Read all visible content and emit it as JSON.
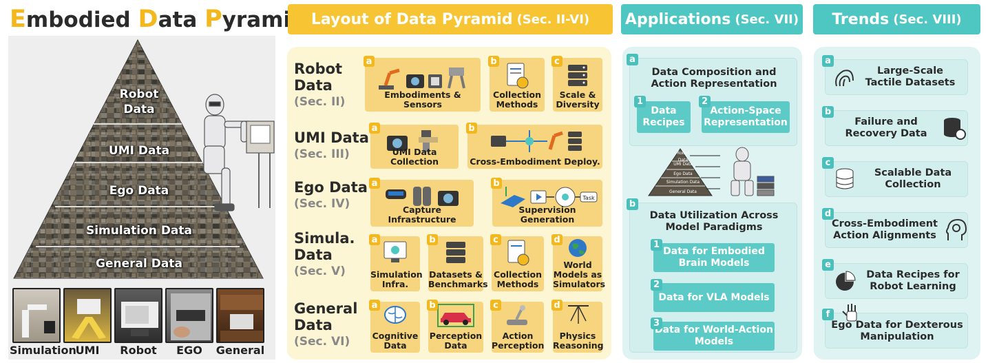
{
  "pyramid": {
    "title_parts": [
      {
        "cap": "E",
        "rest": "mbodied "
      },
      {
        "cap": "D",
        "rest": "ata "
      },
      {
        "cap": "P",
        "rest": "yramid"
      }
    ],
    "title_colors": {
      "accent": "#f2b81e",
      "text": "#2b2b2b"
    },
    "layers": [
      "Robot Data",
      "UMI Data",
      "Ego Data",
      "Simulation Data",
      "General Data"
    ],
    "robot_label_lines": [
      "Robot",
      "Data"
    ],
    "thumbnails": [
      "Simulation",
      "UMI",
      "Robot",
      "EGO",
      "General"
    ]
  },
  "headers": {
    "layout": {
      "main": "Layout of Data Pyramid",
      "sec": "(Sec. II-VI)"
    },
    "applications": {
      "main": "Applications",
      "sec": "(Sec. VII)"
    },
    "trends": {
      "main": "Trends",
      "sec": "(Sec. VIII)"
    }
  },
  "colors": {
    "yellow": "#f7c533",
    "teal": "#4ec7c2",
    "yellow_bg": "#fdf6d4",
    "teal_bg": "#dff3f2"
  },
  "layout_rows": [
    {
      "title_lines": [
        "Robot",
        "Data"
      ],
      "sec": "(Sec. II)",
      "items": [
        {
          "badge": "a",
          "label": "Embodiments & Sensors",
          "icon": "robot-arm-camera-icon"
        },
        {
          "badge": "b",
          "label": "Collection Methods",
          "icon": "document-gear-icon"
        },
        {
          "badge": "c",
          "label": "Scale & Diversity",
          "icon": "server-stack-icon"
        }
      ]
    },
    {
      "title_lines": [
        "UMI Data"
      ],
      "sec": "(Sec. III)",
      "items": [
        {
          "badge": "a",
          "label": "UMI Data Collection",
          "icon": "camera-gripper-icon"
        },
        {
          "badge": "b",
          "label": "Cross-Embodiment Deploy.",
          "icon": "network-deploy-icon"
        }
      ]
    },
    {
      "title_lines": [
        "Ego Data"
      ],
      "sec": "(Sec. IV)",
      "items": [
        {
          "badge": "a",
          "label": "Capture Infrastructure",
          "icon": "vr-glove-camera-icon"
        },
        {
          "badge": "b",
          "label": "Supervision Generation",
          "icon": "supervision-flow-icon",
          "task_label": "Task"
        }
      ]
    },
    {
      "title_lines": [
        "Simula.",
        "Data"
      ],
      "sec": "(Sec. V)",
      "items": [
        {
          "badge": "a",
          "label": "Simulation Infra.",
          "icon": "monitor-gear-icon"
        },
        {
          "badge": "b",
          "label": "Datasets & Benchmarks",
          "icon": "server-stack-icon"
        },
        {
          "badge": "c",
          "label": "Collection Methods",
          "icon": "document-gear-icon"
        },
        {
          "badge": "d",
          "label": "World Models as Simulators",
          "icon": "globe-icon"
        }
      ]
    },
    {
      "title_lines": [
        "General",
        "Data"
      ],
      "sec": "(Sec. VI)",
      "items": [
        {
          "badge": "a",
          "label": "Cognitive Data",
          "icon": "brain-icon"
        },
        {
          "badge": "b",
          "label": "Perception Data",
          "icon": "car-icon"
        },
        {
          "badge": "c",
          "label": "Action Perception",
          "icon": "joystick-icon"
        },
        {
          "badge": "d",
          "label": "Physics Reasoning",
          "icon": "pendulum-icon"
        }
      ]
    }
  ],
  "applications": {
    "a": {
      "badge": "a",
      "title": "Data Composition and Action Representation",
      "items": [
        {
          "badge": "1",
          "label": "Data Recipes"
        },
        {
          "badge": "2",
          "label": "Action-Space Representation"
        }
      ]
    },
    "mini_pyramid_layers": [
      "Robot Data",
      "UMI Data",
      "Ego Data",
      "Simulation Data",
      "General Data"
    ],
    "b": {
      "badge": "b",
      "title": "Data Utilization Across Model Paradigms",
      "items": [
        {
          "badge": "1",
          "label": "Data for Embodied Brain Models"
        },
        {
          "badge": "2",
          "label": "Data for VLA Models"
        },
        {
          "badge": "3",
          "label": "Data for World-Action Models"
        }
      ]
    }
  },
  "trends": [
    {
      "badge": "a",
      "label": "Large-Scale Tactile Datasets",
      "icon": "fingerprint-icon"
    },
    {
      "badge": "b",
      "label": "Failure and Recovery Data",
      "icon": "database-refresh-icon"
    },
    {
      "badge": "c",
      "label": "Scalable Data Collection",
      "icon": "database-stack-icon"
    },
    {
      "badge": "d",
      "label": "Cross-Embodiment Action Alignments",
      "icon": "head-gear-icon"
    },
    {
      "badge": "e",
      "label": "Data Recipes for Robot Learning",
      "icon": "pie-chart-icon"
    },
    {
      "badge": "f",
      "label": "Ego Data for Dexterous Manipulation",
      "icon": "robot-hand-icon"
    }
  ]
}
